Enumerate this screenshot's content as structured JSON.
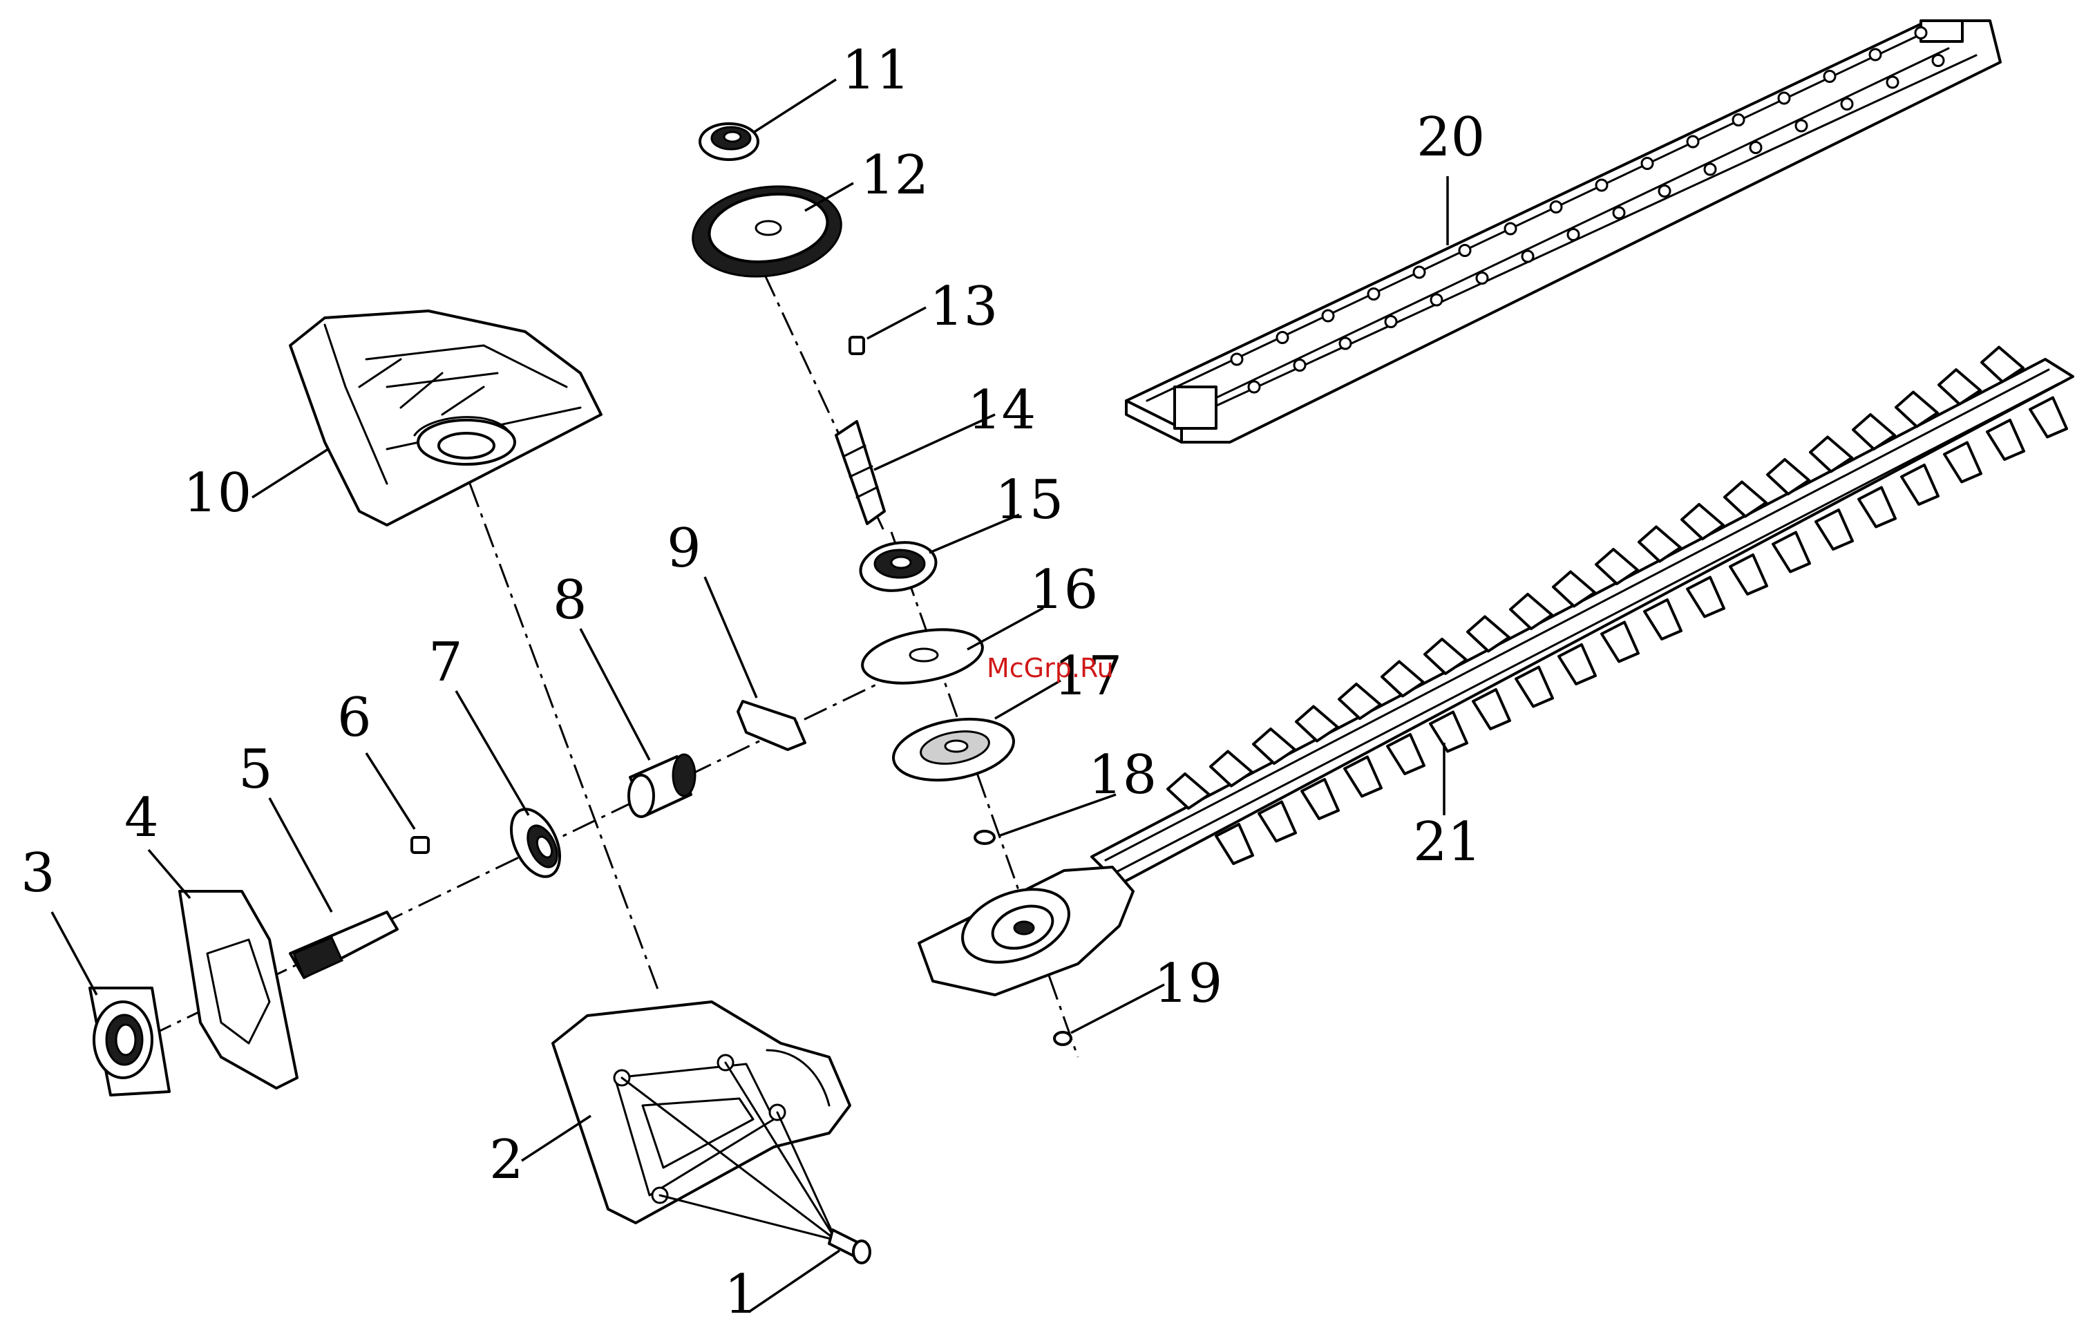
{
  "watermark": "McGrp.Ru",
  "callouts": [
    {
      "number": "1"
    },
    {
      "number": "2"
    },
    {
      "number": "3"
    },
    {
      "number": "4"
    },
    {
      "number": "5"
    },
    {
      "number": "6"
    },
    {
      "number": "7"
    },
    {
      "number": "8"
    },
    {
      "number": "9"
    },
    {
      "number": "10"
    },
    {
      "number": "11"
    },
    {
      "number": "12"
    },
    {
      "number": "13"
    },
    {
      "number": "14"
    },
    {
      "number": "15"
    },
    {
      "number": "16"
    },
    {
      "number": "17"
    },
    {
      "number": "18"
    },
    {
      "number": "19"
    },
    {
      "number": "20"
    },
    {
      "number": "21"
    }
  ]
}
